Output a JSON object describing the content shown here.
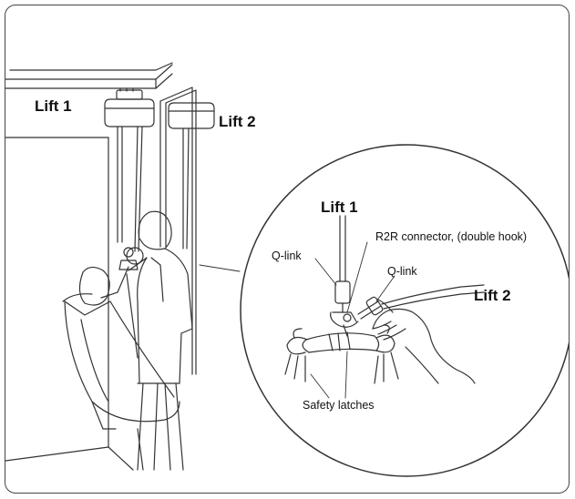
{
  "labels": {
    "lift1_main": "Lift 1",
    "lift2_main": "Lift 2",
    "lift1_detail": "Lift 1",
    "r2r_connector": "R2R connector, (double hook)",
    "qlink_left": "Q-link",
    "qlink_right": "Q-link",
    "lift2_detail": "Lift 2",
    "safety_latches": "Safety latches"
  },
  "colors": {
    "line": "#333333",
    "frame": "#444444",
    "background": "#ffffff"
  }
}
